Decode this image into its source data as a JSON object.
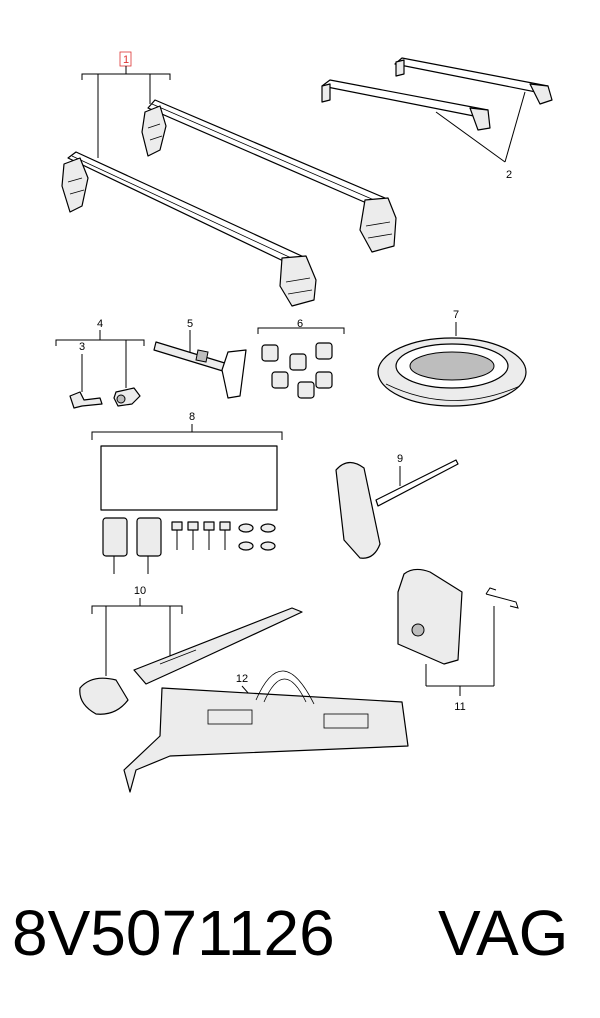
{
  "diagram": {
    "callouts": [
      "1",
      "2",
      "3",
      "4",
      "5",
      "6",
      "7",
      "8",
      "9",
      "10",
      "11",
      "12"
    ]
  },
  "footer": {
    "part_number": "8V5071126",
    "brand": "VAG"
  },
  "colors": {
    "line": "#000000",
    "highlight_box": "#d33333",
    "background": "#ffffff"
  }
}
